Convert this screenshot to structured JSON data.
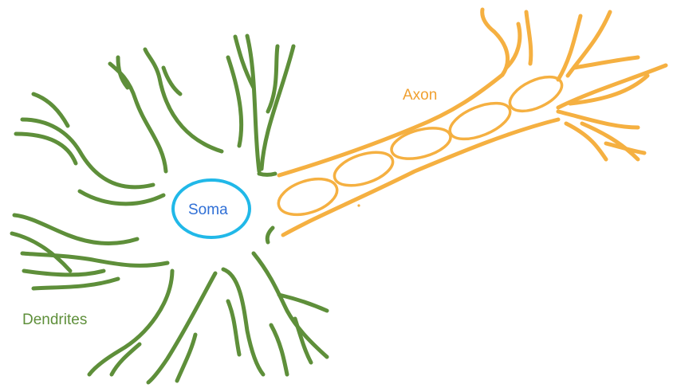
{
  "labels": {
    "soma": "Soma",
    "axon": "Axon",
    "dendrites": "Dendrites"
  },
  "colors": {
    "dendrite": "#5e8f3a",
    "axon": "#f5b041",
    "soma_outline": "#21b8e8",
    "soma_text": "#2f6fd6",
    "axon_text": "#f0a030",
    "dendrite_text": "#5e8f3a"
  }
}
